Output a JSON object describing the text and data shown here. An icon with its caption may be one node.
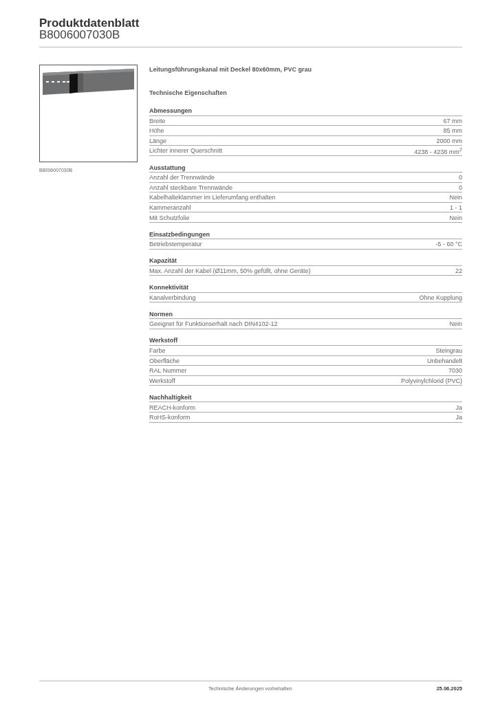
{
  "diagram": {
    "title": "Produktdatenblatt",
    "labels": [
      "B8006007030B",
      "B8006007030B",
      "Leitungsführungskanal mit Deckel 80x60mm, PVC grau",
      "Technische Eigenschaften",
      "Abmessungen",
      "Breite",
      "67 mm",
      "Höhe",
      "85 mm",
      "Länge",
      "2000 mm",
      "Lichter innerer Querschnitt",
      "4238 - 4238 mm$^{2}$",
      "Ausstattung",
      "Anzahl der Trennwände",
      "0",
      "Anzahl steckbare Trennwände",
      "0",
      "Kabelhalteklammer im Lieferumfang enthalten",
      "Nein",
      "Kammeranzahl",
      "1 - 1",
      "Mit Schutzfolie",
      "Nein",
      "Einsatzbedingungen",
      "Betriebstemperatur",
      "-5 - 60 °C",
      "Kapazität",
      "Max. Anzahl der Kabel (Ø11mm, 50% gefüllt, ohne Geräte)",
      "22",
      "Konnektivität",
      "Kanalverbindung",
      "Ohne Kupplung",
      "Normen",
      "Geeignet für Funktionserhalt nach DIN4102-12",
      "Nein",
      "Werkstoff",
      "Farbe",
      "Steingrau",
      "Oberfläche",
      "Unbehandelt",
      "RAL Nummer",
      "7030",
      "Werkstoff",
      "Polyvinylchlorid (PVC)",
      "Nachhaltigkeit",
      "REACH-konform",
      "Ja",
      "RoHS-konform",
      "Ja",
      "Technische Änderungen vorbehalten",
      "25.06.2025"
    ]
  }
}
